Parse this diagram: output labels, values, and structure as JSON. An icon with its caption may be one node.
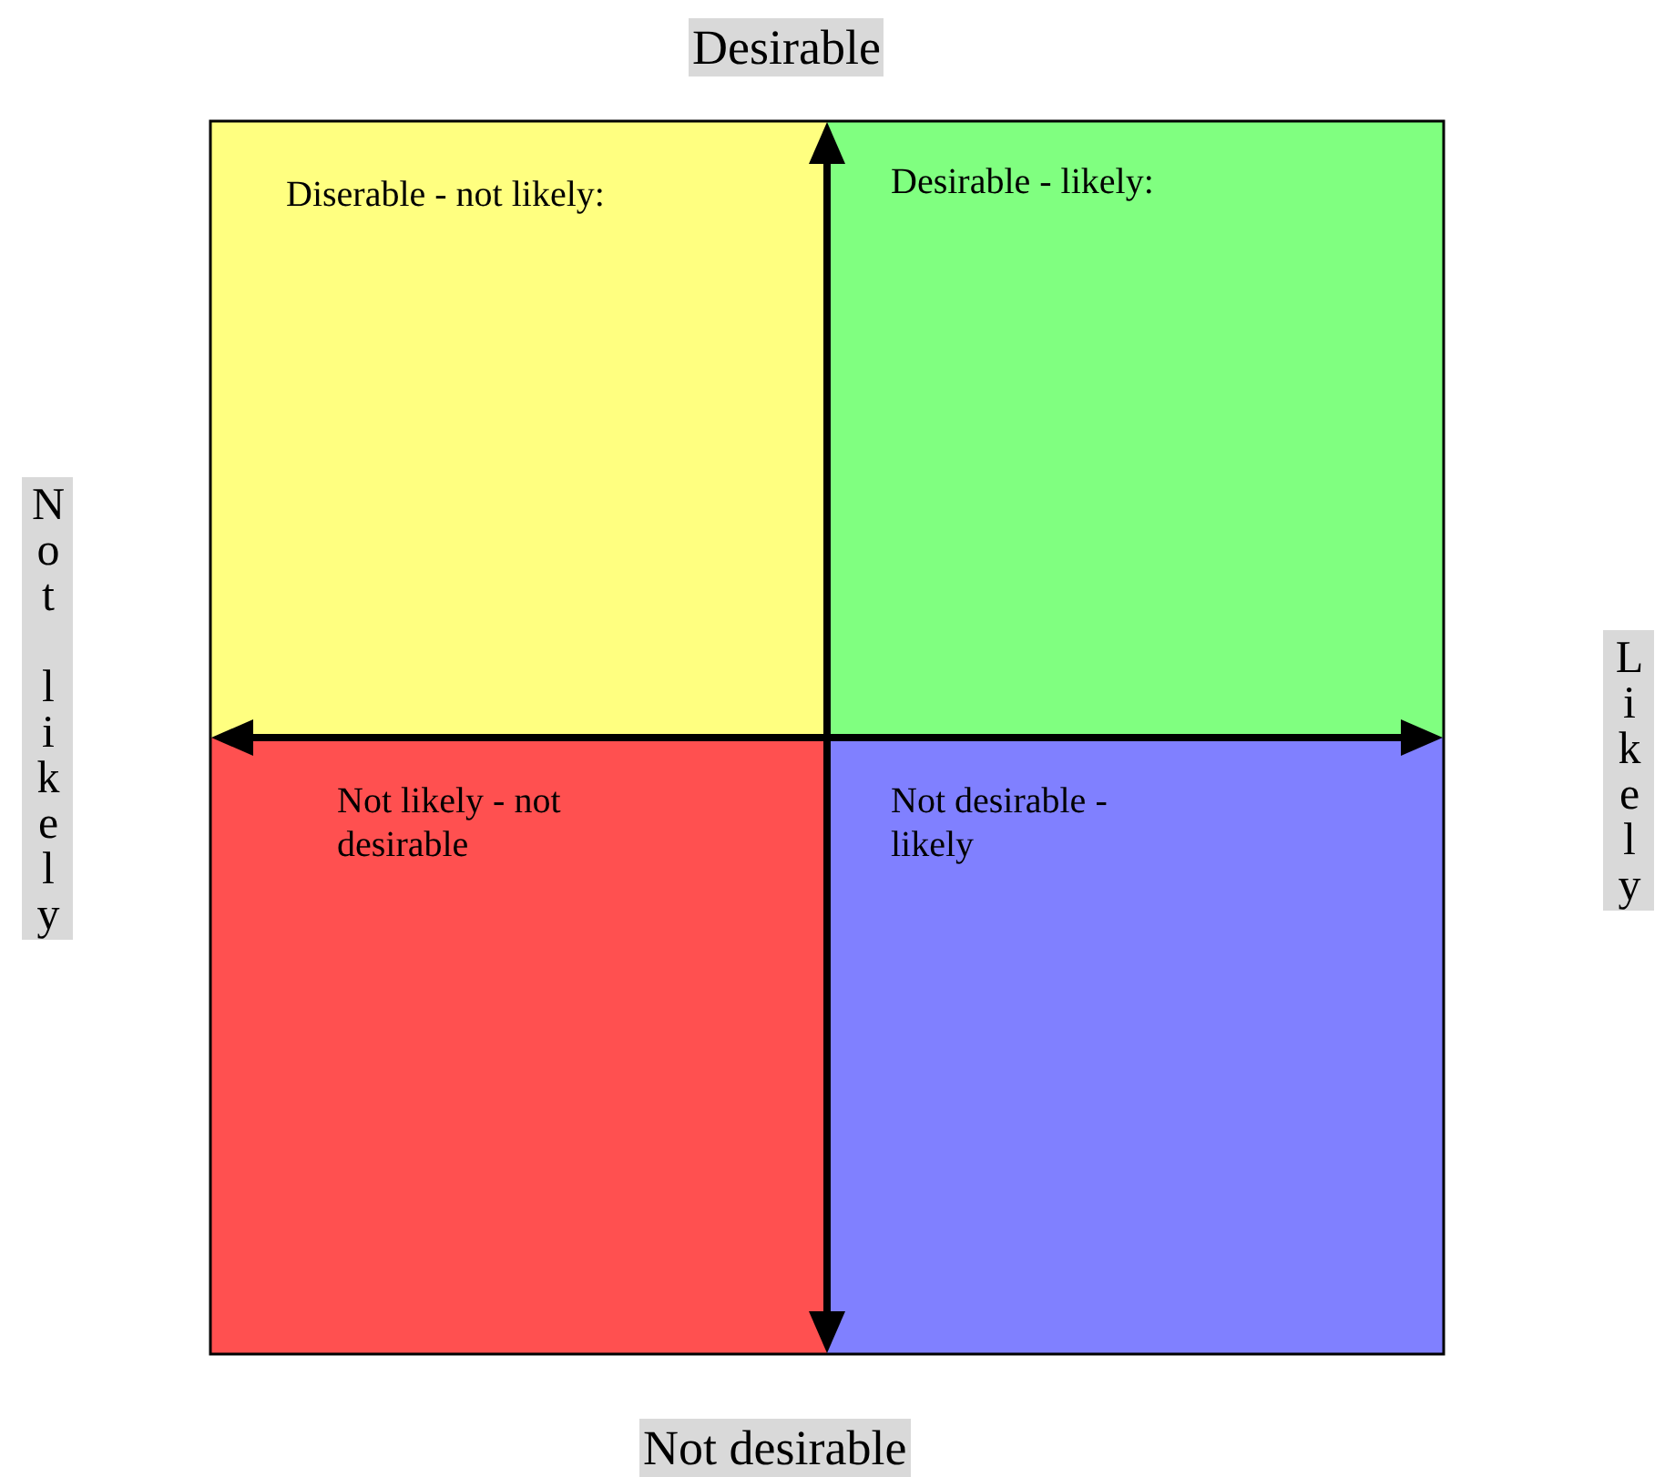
{
  "diagram": {
    "nodes": [
      {
        "text": [
          "Diserable - not likely:"
        ]
      },
      {
        "text": [
          "Desirable - likely:"
        ]
      },
      {
        "text": [
          "Not likely - not desirable"
        ]
      },
      {
        "text": [
          "Not desirable - likely"
        ]
      }
    ],
    "labels": [
      "Desirable",
      "Not likely",
      "Likely",
      "Not desirable"
    ]
  }
}
